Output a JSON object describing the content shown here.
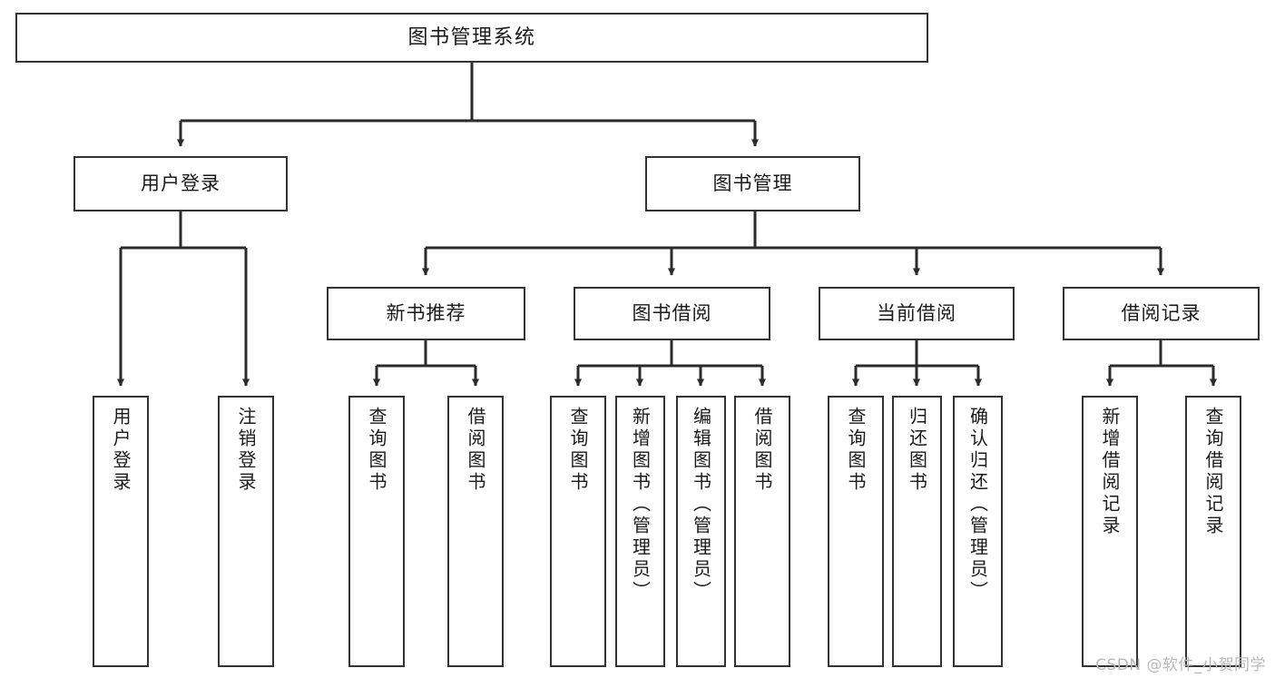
{
  "diagram": {
    "type": "tree",
    "title": "图书管理系统",
    "orientation": "top-down",
    "colors": {
      "background": "#ffffff",
      "box_border": "#333333",
      "box_fill": "#ffffff",
      "connector": "#2b2b2b",
      "text": "#1a1a1a",
      "watermark": "#b9b9b9"
    }
  },
  "root": {
    "label": "图书管理系统"
  },
  "level2": [
    {
      "label": "用户登录"
    },
    {
      "label": "图书管理"
    }
  ],
  "level3": [
    {
      "label": "新书推荐"
    },
    {
      "label": "图书借阅"
    },
    {
      "label": "当前借阅"
    },
    {
      "label": "借阅记录"
    }
  ],
  "leaves": {
    "user_login": [
      {
        "label": "用户登录"
      },
      {
        "label": "注销登录"
      }
    ],
    "new_book": [
      {
        "label": "查询图书"
      },
      {
        "label": "借阅图书"
      }
    ],
    "book_borrow": [
      {
        "label": "查询图书"
      },
      {
        "label": "新增图书（管理员）"
      },
      {
        "label": "编辑图书（管理员）"
      },
      {
        "label": "借阅图书"
      }
    ],
    "current_borrow": [
      {
        "label": "查询图书"
      },
      {
        "label": "归还图书"
      },
      {
        "label": "确认归还（管理员）"
      }
    ],
    "borrow_record": [
      {
        "label": "新增借阅记录"
      },
      {
        "label": "查询借阅记录"
      }
    ]
  },
  "watermark": {
    "text": "CSDN @软件_小贺同学"
  }
}
